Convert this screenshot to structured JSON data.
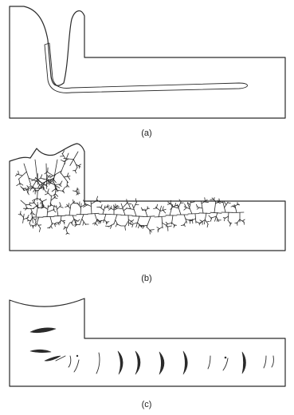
{
  "panels": [
    {
      "id": "a",
      "caption": "(a)"
    },
    {
      "id": "b",
      "caption": "(b)"
    },
    {
      "id": "c",
      "caption": "(c)"
    }
  ]
}
